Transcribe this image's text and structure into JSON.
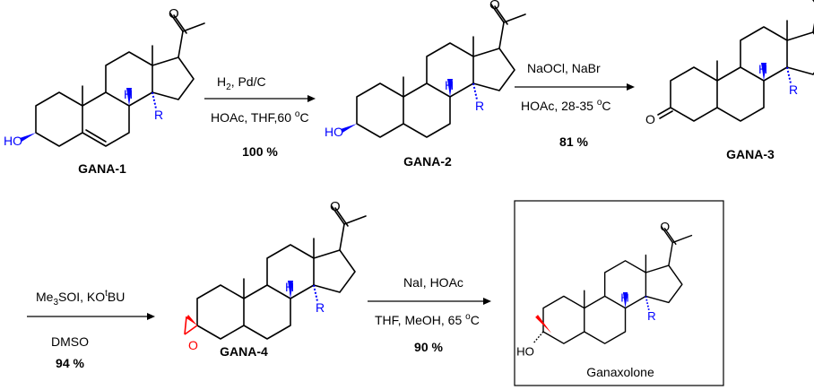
{
  "compounds": {
    "gana1": {
      "name": "GANA-1",
      "oh": "HO",
      "r": "R",
      "h": "H"
    },
    "gana2": {
      "name": "GANA-2",
      "oh": "HO",
      "r": "R",
      "h": "H"
    },
    "gana3": {
      "name": "GANA-3",
      "oxo": "O",
      "r": "R",
      "h": "H"
    },
    "gana4": {
      "name": "GANA-4",
      "epoxide_o": "O",
      "r": "R",
      "h": "H"
    },
    "ganaxolone": {
      "name": "Ganaxolone",
      "oh": "HO",
      "r": "R",
      "h": "H"
    }
  },
  "ketone_o": "O",
  "steps": [
    {
      "above_main": "H",
      "above_sub": "2",
      "above_rest": ", Pd/C",
      "below": "HOAc, THF,60 ",
      "below_sup": "o",
      "below_end": "C",
      "yield": "100 %"
    },
    {
      "above": "NaOCl, NaBr",
      "below": "HOAc, 28-35 ",
      "below_sup": "o",
      "below_end": "C",
      "yield": "81 %"
    },
    {
      "above_a": "Me",
      "above_a_sub": "3",
      "above_b": "SOI, KO",
      "above_b_sup": "t",
      "above_c": "BU",
      "below": "DMSO",
      "yield": "94 %"
    },
    {
      "above": "NaI, HOAc",
      "below": "THF, MeOH, 65 ",
      "below_sup": "o",
      "below_end": "C",
      "yield": "90 %"
    }
  ],
  "colors": {
    "highlight_blue": "#0000ff",
    "highlight_red": "#ff0000",
    "bond": "#000000"
  }
}
